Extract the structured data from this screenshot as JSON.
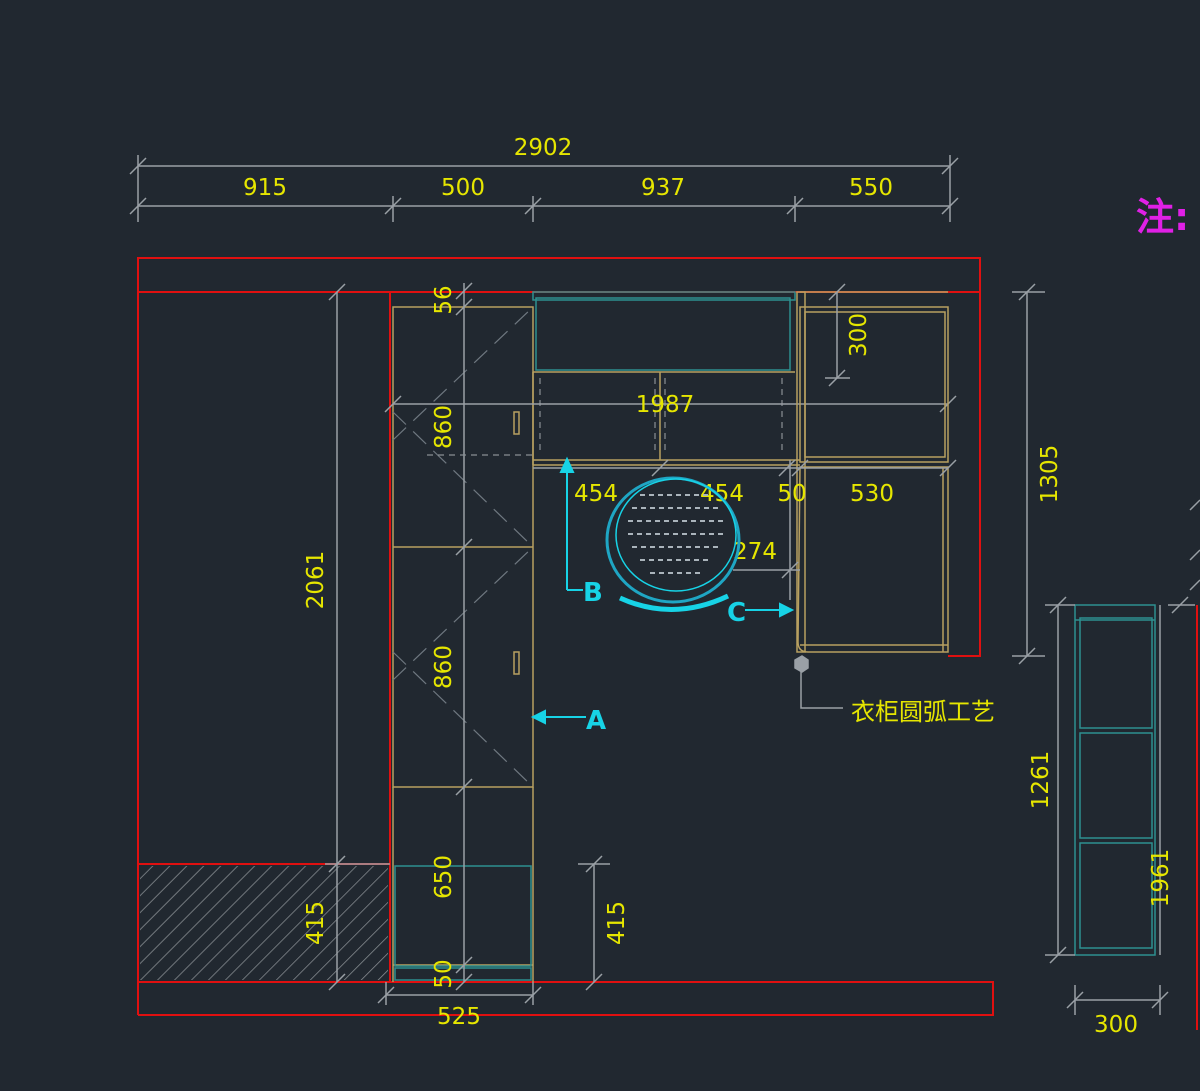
{
  "dimensions": {
    "total_width": "2902",
    "seg1": "915",
    "seg2": "500",
    "seg3": "937",
    "seg4": "550",
    "top56": "56",
    "wardrobe_upper": "860",
    "wardrobe_lower": "860",
    "wardrobe_base": "650",
    "base_small": "50",
    "bed_length": "2061",
    "bed_foot": "415",
    "step_height": "415",
    "wardrobe_depth": "525",
    "desk_span": "1987",
    "shelf_top": "300",
    "desk_left": "454",
    "desk_mid": "454",
    "desk_gap": "50",
    "cabinet_width": "530",
    "chair_offset": "274",
    "right_height": "1305",
    "side_height": "1261",
    "side_total": "1961",
    "side_depth": "300"
  },
  "markers": {
    "a": "A",
    "b": "B",
    "c": "C"
  },
  "annotations": {
    "arc_note": "衣柜圆弧工艺",
    "note_label": "注:"
  },
  "colors": {
    "background": "#212830",
    "wall": "#e01010",
    "furniture": "#b8a060",
    "dimension_line": "#9aa0a6",
    "dimension_text": "#e6e600",
    "marker": "#17d3e6",
    "teal_furniture": "#2e8f8f",
    "note_magenta": "#e020e6"
  }
}
